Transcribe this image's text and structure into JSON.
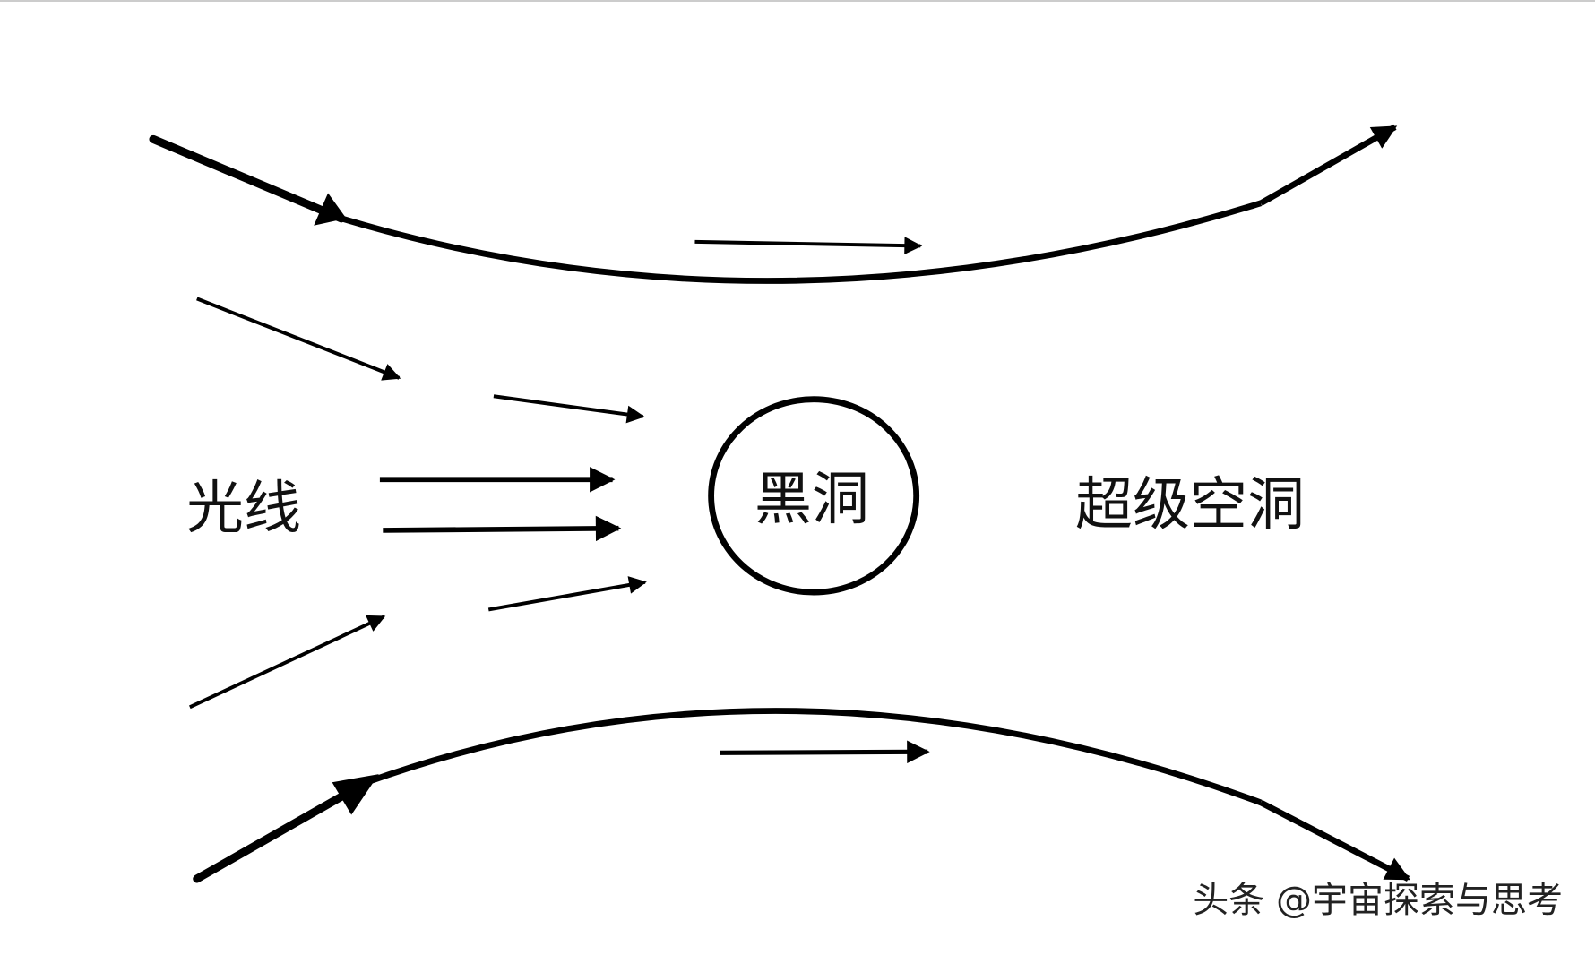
{
  "labels": {
    "light": "光线",
    "black_hole": "黑洞",
    "supervoid": "超级空洞"
  },
  "watermark": "头条 @宇宙探索与思考",
  "colors": {
    "stroke": "#000000",
    "background": "#ffffff"
  }
}
